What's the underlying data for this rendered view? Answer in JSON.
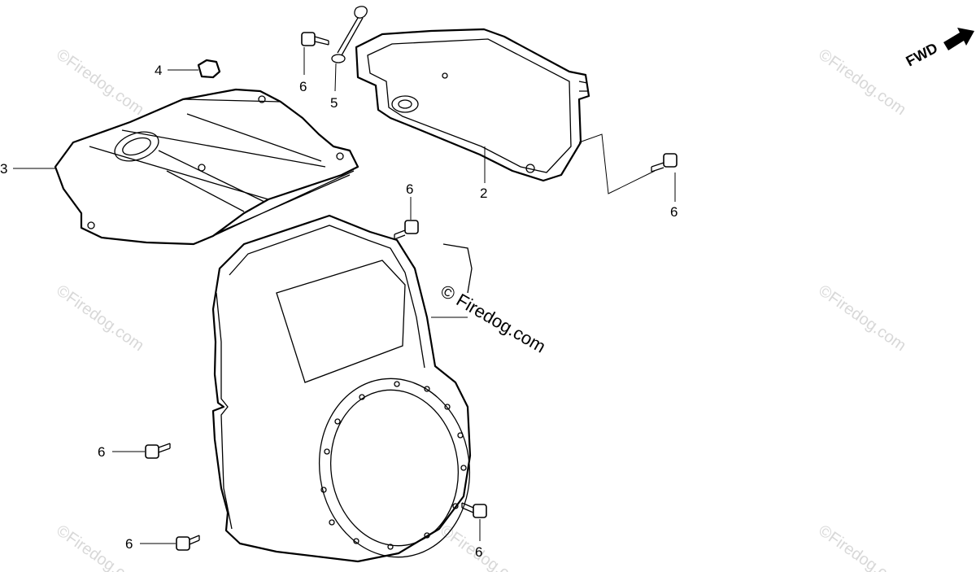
{
  "fwd_label": "FWD",
  "watermark": {
    "faint_text": "©Firedog.com",
    "center_text": "© Firedog.com"
  },
  "callouts": {
    "c2": "2",
    "c3": "3",
    "c4": "4",
    "c5": "5",
    "c6_top": "6",
    "c6_right": "6",
    "c6_middle": "6",
    "c6_left_upper": "6",
    "c6_left_lower": "6",
    "c6_bottom_right": "6"
  }
}
